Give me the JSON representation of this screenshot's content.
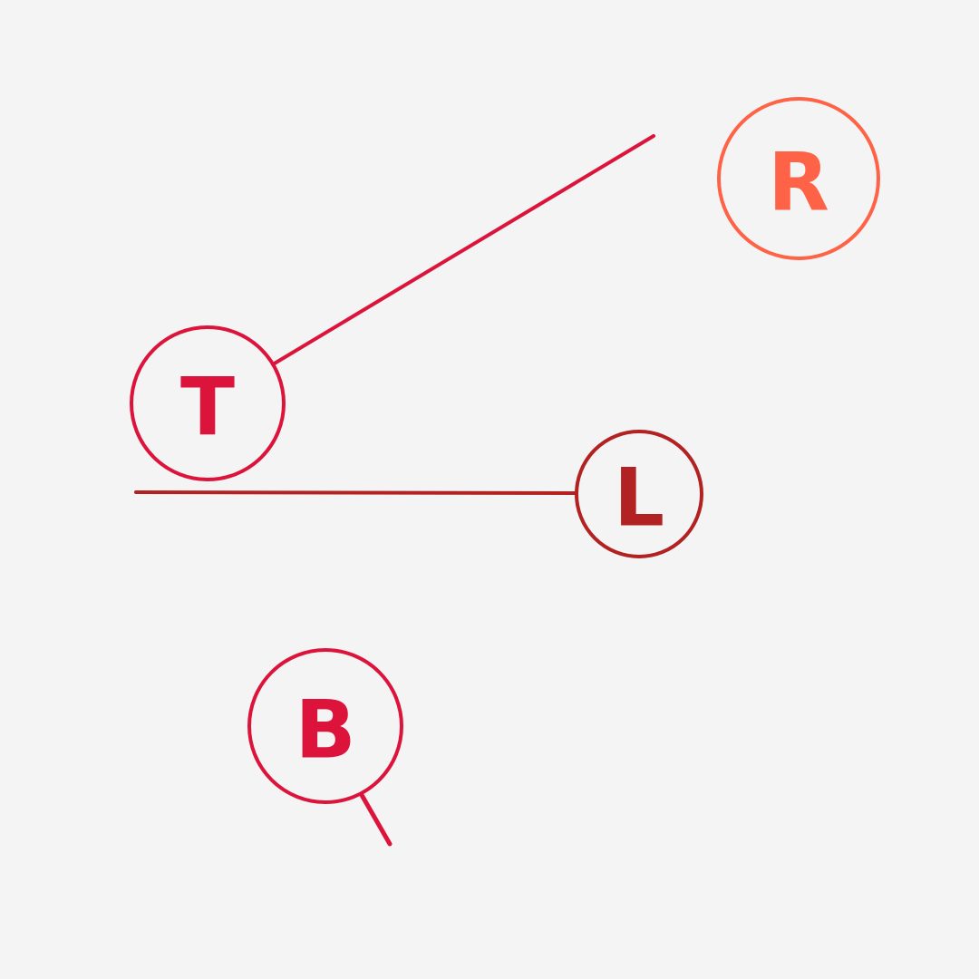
{
  "nodes": [
    {
      "id": "r",
      "letter": "R",
      "color": "#ff6347"
    },
    {
      "id": "t",
      "letter": "T",
      "color": "#dc143c"
    },
    {
      "id": "l",
      "letter": "L",
      "color": "#b22222"
    },
    {
      "id": "b",
      "letter": "B",
      "color": "#dc143c"
    }
  ]
}
